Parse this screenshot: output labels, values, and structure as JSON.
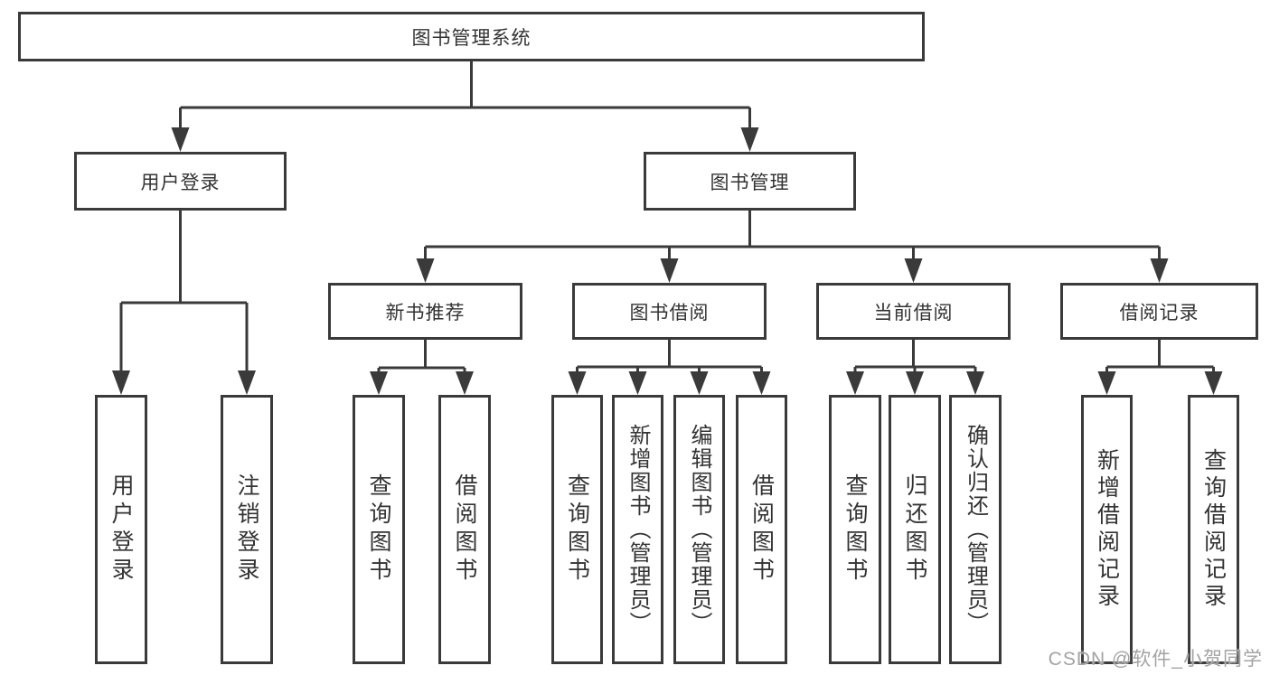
{
  "tree": {
    "label": "图书管理系统",
    "children": [
      {
        "label": "用户登录",
        "children": [
          {
            "label": "用户登录"
          },
          {
            "label": "注销登录"
          }
        ]
      },
      {
        "label": "图书管理",
        "children": [
          {
            "label": "新书推荐",
            "children": [
              {
                "label": "查询图书"
              },
              {
                "label": "借阅图书"
              }
            ]
          },
          {
            "label": "图书借阅",
            "children": [
              {
                "label": "查询图书"
              },
              {
                "label": "新增图书（管理员）"
              },
              {
                "label": "编辑图书（管理员）"
              },
              {
                "label": "借阅图书"
              }
            ]
          },
          {
            "label": "当前借阅",
            "children": [
              {
                "label": "查询图书"
              },
              {
                "label": "归还图书"
              },
              {
                "label": "确认归还（管理员）"
              }
            ]
          },
          {
            "label": "借阅记录",
            "children": [
              {
                "label": "新增借阅记录"
              },
              {
                "label": "查询借阅记录"
              }
            ]
          }
        ]
      }
    ]
  },
  "watermark": {
    "text": "CSDN @软件_小贺同学"
  },
  "colors": {
    "line": "#3a3a3a",
    "text": "#333333",
    "background": "#ffffff",
    "watermark": "#a3a3a3"
  }
}
